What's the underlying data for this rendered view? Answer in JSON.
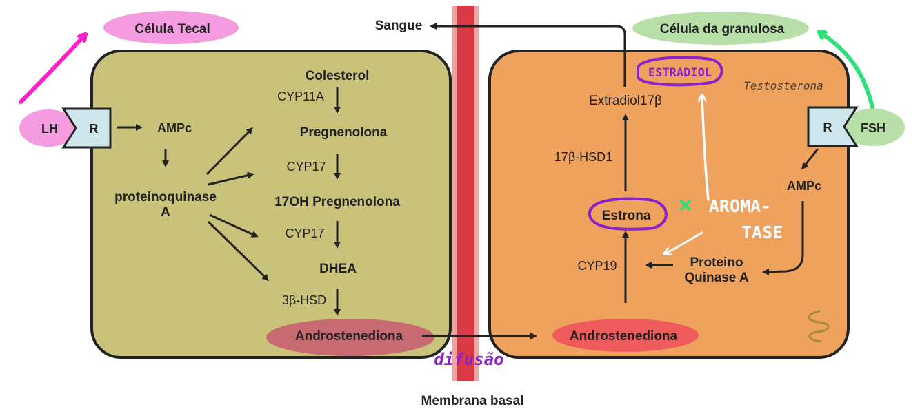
{
  "colors": {
    "theca_cell": "#c8c27a",
    "granulosa_cell": "#eea25e",
    "membrane_outer": "#f2a0a0",
    "membrane_inner": "#d93a46",
    "lh_pink": "#f59be0",
    "fsh_green": "#b8dfa8",
    "receptor_blue": "#cfe6ec",
    "andro_left": "#c76a72",
    "andro_right": "#ef5a5c",
    "purple_mark": "#8b22c9",
    "magenta_arrow": "#ff1fc8",
    "green_arrow": "#2ee07a",
    "ink": "#222222"
  },
  "labels": {
    "celula_tecal": "Célula Tecal",
    "celula_granulosa": "Célula da granulosa",
    "sangue": "Sangue",
    "membrana_basal": "Membrana basal",
    "difusao": "difusão"
  },
  "theca": {
    "hormone": "LH",
    "receptor": "R",
    "ampc": "AMPc",
    "pka_line1": "proteinoquinase",
    "pka_line2": "A",
    "colesterol": "Colesterol",
    "cyp11a": "CYP11A",
    "pregnenolona": "Pregnenolona",
    "cyp17_a": "CYP17",
    "oh_pregnenolona": "17OH Pregnenolona",
    "cyp17_b": "CYP17",
    "dhea": "DHEA",
    "hsd3b": "3β-HSD",
    "androstenediona": "Androstenediona"
  },
  "granulosa": {
    "hormone": "FSH",
    "receptor": "R",
    "ampc": "AMPc",
    "pka_line1": "Proteino",
    "pka_line2": "Quinase A",
    "cyp19": "CYP19",
    "androstenediona": "Androstenediona",
    "estrona": "Estrona",
    "hsd17b1": "17β-HSD1",
    "extradiol": "Extradiol17β",
    "estradiol_note": "ESTRADIOL",
    "testosterona_note": "Testosterona",
    "aromatase_line1": "AROMA-",
    "aromatase_line2": "TASE"
  }
}
